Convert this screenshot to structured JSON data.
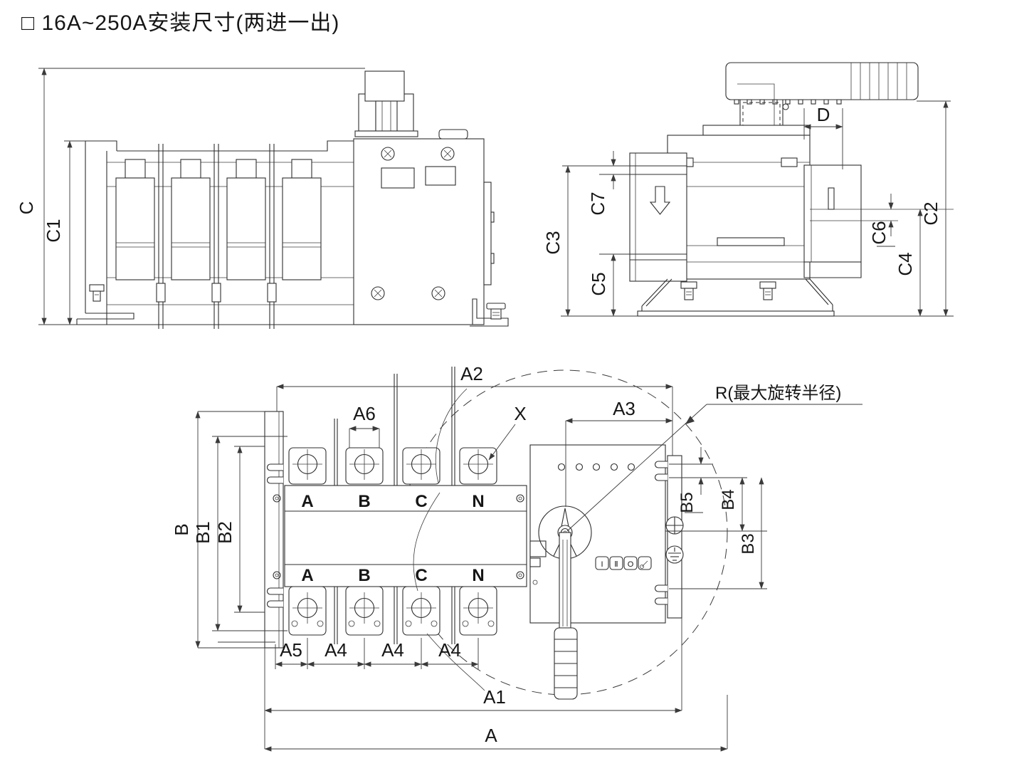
{
  "title": "□ 16A~250A安装尺寸(两进一出)",
  "front_view": {
    "dims": {
      "C": "C",
      "C1": "C1"
    }
  },
  "side_view": {
    "dims": {
      "D": "D",
      "C7": "C7",
      "C3": "C3",
      "C5": "C5",
      "C6": "C6",
      "C4": "C4",
      "C2": "C2"
    }
  },
  "plan_view": {
    "dims": {
      "A": "A",
      "A1": "A1",
      "A2": "A2",
      "A3": "A3",
      "A4": "A4",
      "A5": "A5",
      "A6": "A6",
      "B": "B",
      "B1": "B1",
      "B2": "B2",
      "B3": "B3",
      "B4": "B4",
      "B5": "B5",
      "X": "X"
    },
    "rotation_radius_label": "R(最大旋转半径)",
    "phases": [
      "A",
      "B",
      "C",
      "N"
    ],
    "position_buttons": [
      "I",
      "Ⅱ",
      "O"
    ],
    "icons": {
      "mounting_direction": "down-arrow-icon",
      "fourth_position_button": "wrench-icon",
      "right_bracket_fixing": "plus-screw-icon",
      "right_bracket_earth": "earth-screw-icon",
      "cover_fixing": "phillips-screw-icon"
    }
  }
}
